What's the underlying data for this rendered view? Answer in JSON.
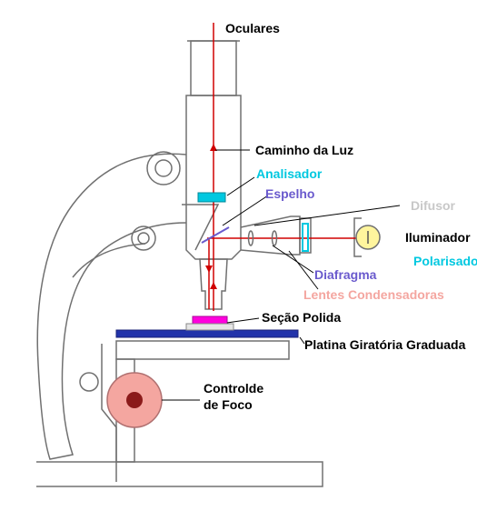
{
  "labels": {
    "oculares": "Oculares",
    "caminho_luz": "Caminho da Luz",
    "analisador": "Analisador",
    "espelho": "Espelho",
    "difusor": "Difusor",
    "iluminador": "Iluminador",
    "polarisador": "Polarisador",
    "diafragma": "Diafragma",
    "lentes_condensadoras": "Lentes Condensadoras",
    "secao_polida": "Seção Polida",
    "platina": "Platina Giratória Graduada",
    "controle_line1": "Controlde",
    "controle_line2": "de Foco"
  },
  "colors": {
    "outline": "#707070",
    "light_path": "#d00000",
    "analisador": "#00c8e0",
    "espelho": "#6a5acd",
    "difusor": "#c8c8c8",
    "polarisador": "#00c8e0",
    "diafragma": "#6a5acd",
    "lentes": "#f4a6a0",
    "sample": "#ff00dd",
    "stage": "#2233aa",
    "knob_outer": "#f4a6a0",
    "knob_inner": "#8b1a1a",
    "bulb": "#fff59d",
    "text_default": "#000000"
  }
}
